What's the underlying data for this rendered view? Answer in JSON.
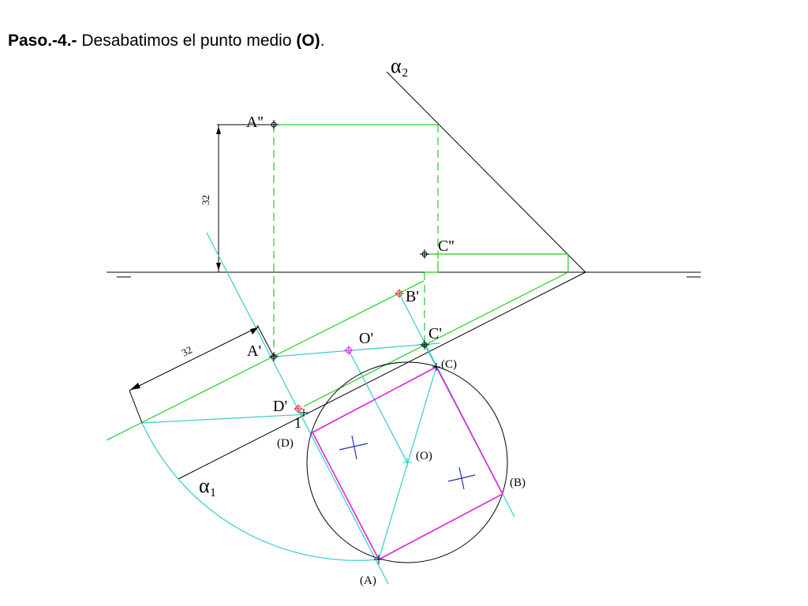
{
  "title": {
    "step": "Paso.-4.-",
    "text": " Desabatimos el punto medio ",
    "point": "(O)",
    "end": "."
  },
  "labels": {
    "alpha2": "α₂",
    "alpha1": "α₁",
    "A2": "A''",
    "C2": "C''",
    "B1": "B'",
    "C1": "C'",
    "O1": "O'",
    "A1": "A'",
    "D1": "D'",
    "one": "1",
    "Cr": "(C)",
    "Dr": "(D)",
    "Or": "(O)",
    "Br": "(B)",
    "Ar": "(A)",
    "dim_vertical": "32",
    "dim_oblique": "32"
  },
  "colors": {
    "line": "#000000",
    "green": "#22cc22",
    "cyan": "#33cccc",
    "magenta": "#dd22dd",
    "blue": "#2233aa",
    "red": "#dd3333"
  }
}
